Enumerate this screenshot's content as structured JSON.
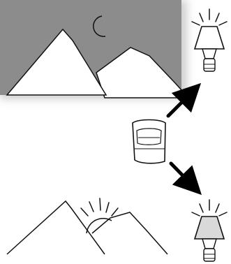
{
  "colors": {
    "background": "#ffffff",
    "night_sky": "#8c8c8c",
    "night_sky_edge": "#d6d6d6",
    "line": "#111111",
    "lamp_lit_fill": "#d9d9d9",
    "lamp_base_fill": "#ffffff",
    "arrow": "#000000"
  },
  "scenes": {
    "night": {
      "celestial": "crescent-moon",
      "mountains": 2
    },
    "day": {
      "celestial": "rising-sun",
      "mountains": 2
    }
  },
  "devices": {
    "sensor": "motion-sensor-icon",
    "lamp_top": "lamp-on-icon",
    "lamp_bottom": "lamp-on-icon"
  },
  "arrows": [
    {
      "from": "sensor",
      "to": "lamp_top"
    },
    {
      "from": "sensor",
      "to": "lamp_bottom"
    }
  ]
}
